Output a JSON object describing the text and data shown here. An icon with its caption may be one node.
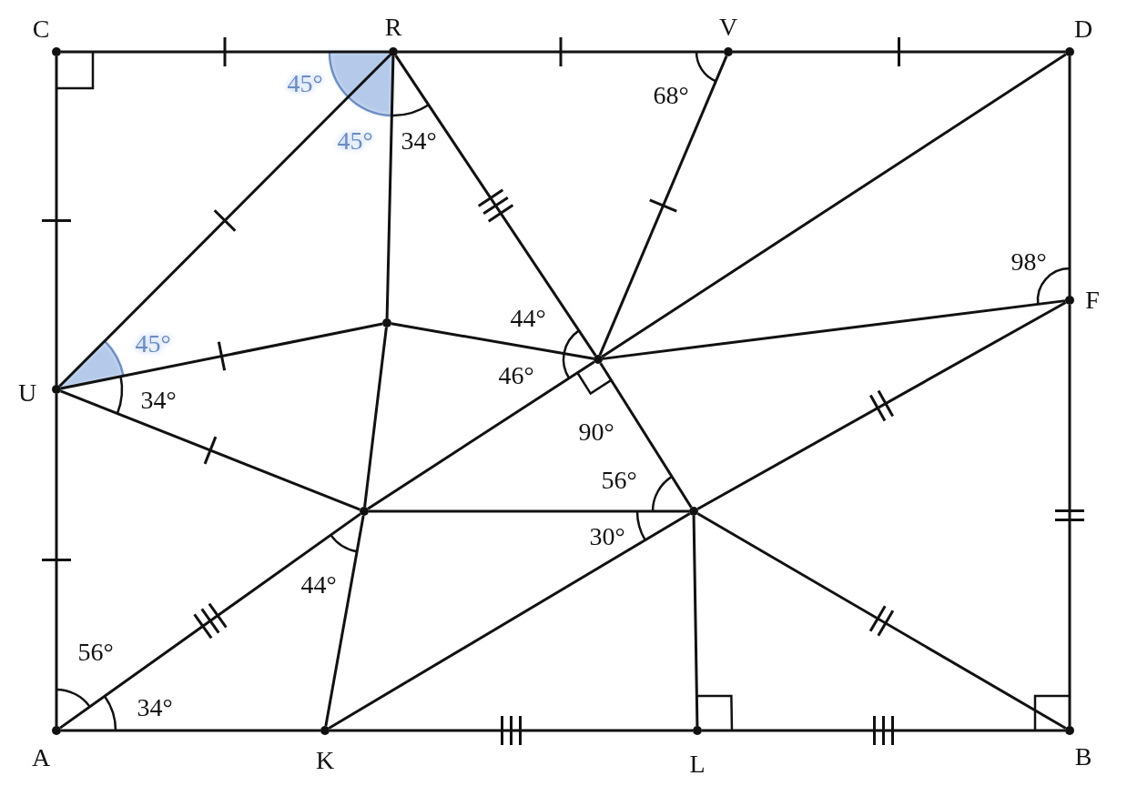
{
  "diagram": {
    "nodes": [
      {
        "text": [],
        "shape": "circle",
        "beside": [
          "C"
        ]
      },
      {
        "text": [],
        "shape": "circle",
        "beside": [
          "R"
        ]
      },
      {
        "text": [],
        "shape": "circle",
        "beside": [
          "V"
        ]
      },
      {
        "text": [],
        "shape": "circle",
        "beside": [
          "D"
        ]
      },
      {
        "text": [],
        "shape": "circle",
        "beside": [
          "F"
        ]
      },
      {
        "text": [],
        "shape": "circle"
      },
      {
        "text": [],
        "shape": "circle"
      },
      {
        "text": [],
        "shape": "circle",
        "beside": [
          "U"
        ]
      },
      {
        "text": [],
        "shape": "circle"
      },
      {
        "text": [],
        "shape": "circle"
      },
      {
        "text": [],
        "shape": "circle",
        "beside": [
          "A"
        ]
      },
      {
        "text": [],
        "shape": "circle",
        "beside": [
          "K"
        ]
      },
      {
        "text": [],
        "shape": "circle",
        "beside": [
          "L"
        ]
      },
      {
        "text": [],
        "shape": "circle",
        "beside": [
          "B"
        ]
      }
    ],
    "edges": [
      {
        "from": 0,
        "to": 1,
        "arrow": "none"
      },
      {
        "from": 1,
        "to": 2,
        "arrow": "none"
      },
      {
        "from": 2,
        "to": 3,
        "arrow": "none"
      },
      {
        "from": 0,
        "to": 7,
        "arrow": "none"
      },
      {
        "from": 7,
        "to": 10,
        "arrow": "none"
      },
      {
        "from": 10,
        "to": 11,
        "arrow": "none"
      },
      {
        "from": 11,
        "to": 12,
        "arrow": "none"
      },
      {
        "from": 12,
        "to": 13,
        "arrow": "none"
      },
      {
        "from": 3,
        "to": 4,
        "arrow": "none"
      },
      {
        "from": 4,
        "to": 13,
        "arrow": "none"
      },
      {
        "from": 7,
        "to": 1,
        "arrow": "none"
      },
      {
        "from": 7,
        "to": 5,
        "arrow": "none"
      },
      {
        "from": 7,
        "to": 8,
        "arrow": "none"
      },
      {
        "from": 1,
        "to": 5,
        "arrow": "none"
      },
      {
        "from": 5,
        "to": 8,
        "arrow": "none"
      },
      {
        "from": 8,
        "to": 11,
        "arrow": "none"
      },
      {
        "from": 1,
        "to": 6,
        "arrow": "none"
      },
      {
        "from": 6,
        "to": 9,
        "arrow": "none"
      },
      {
        "from": 5,
        "to": 6,
        "arrow": "none"
      },
      {
        "from": 6,
        "to": 4,
        "arrow": "none"
      },
      {
        "from": 6,
        "to": 3,
        "arrow": "none"
      },
      {
        "from": 6,
        "to": 2,
        "arrow": "none"
      },
      {
        "from": 10,
        "to": 8,
        "arrow": "none"
      },
      {
        "from": 8,
        "to": 6,
        "arrow": "none"
      },
      {
        "from": 8,
        "to": 9,
        "arrow": "none"
      },
      {
        "from": 9,
        "to": 11,
        "arrow": "none"
      },
      {
        "from": 9,
        "to": 4,
        "arrow": "none"
      },
      {
        "from": 9,
        "to": 12,
        "arrow": "none"
      },
      {
        "from": 9,
        "to": 13,
        "arrow": "none"
      }
    ],
    "labels": [
      "45°",
      "68°",
      "45°",
      "34°",
      "98°",
      "44°",
      "45°",
      "46°",
      "34°",
      "90°",
      "56°",
      "30°",
      "44°",
      "56°",
      "34°"
    ]
  }
}
